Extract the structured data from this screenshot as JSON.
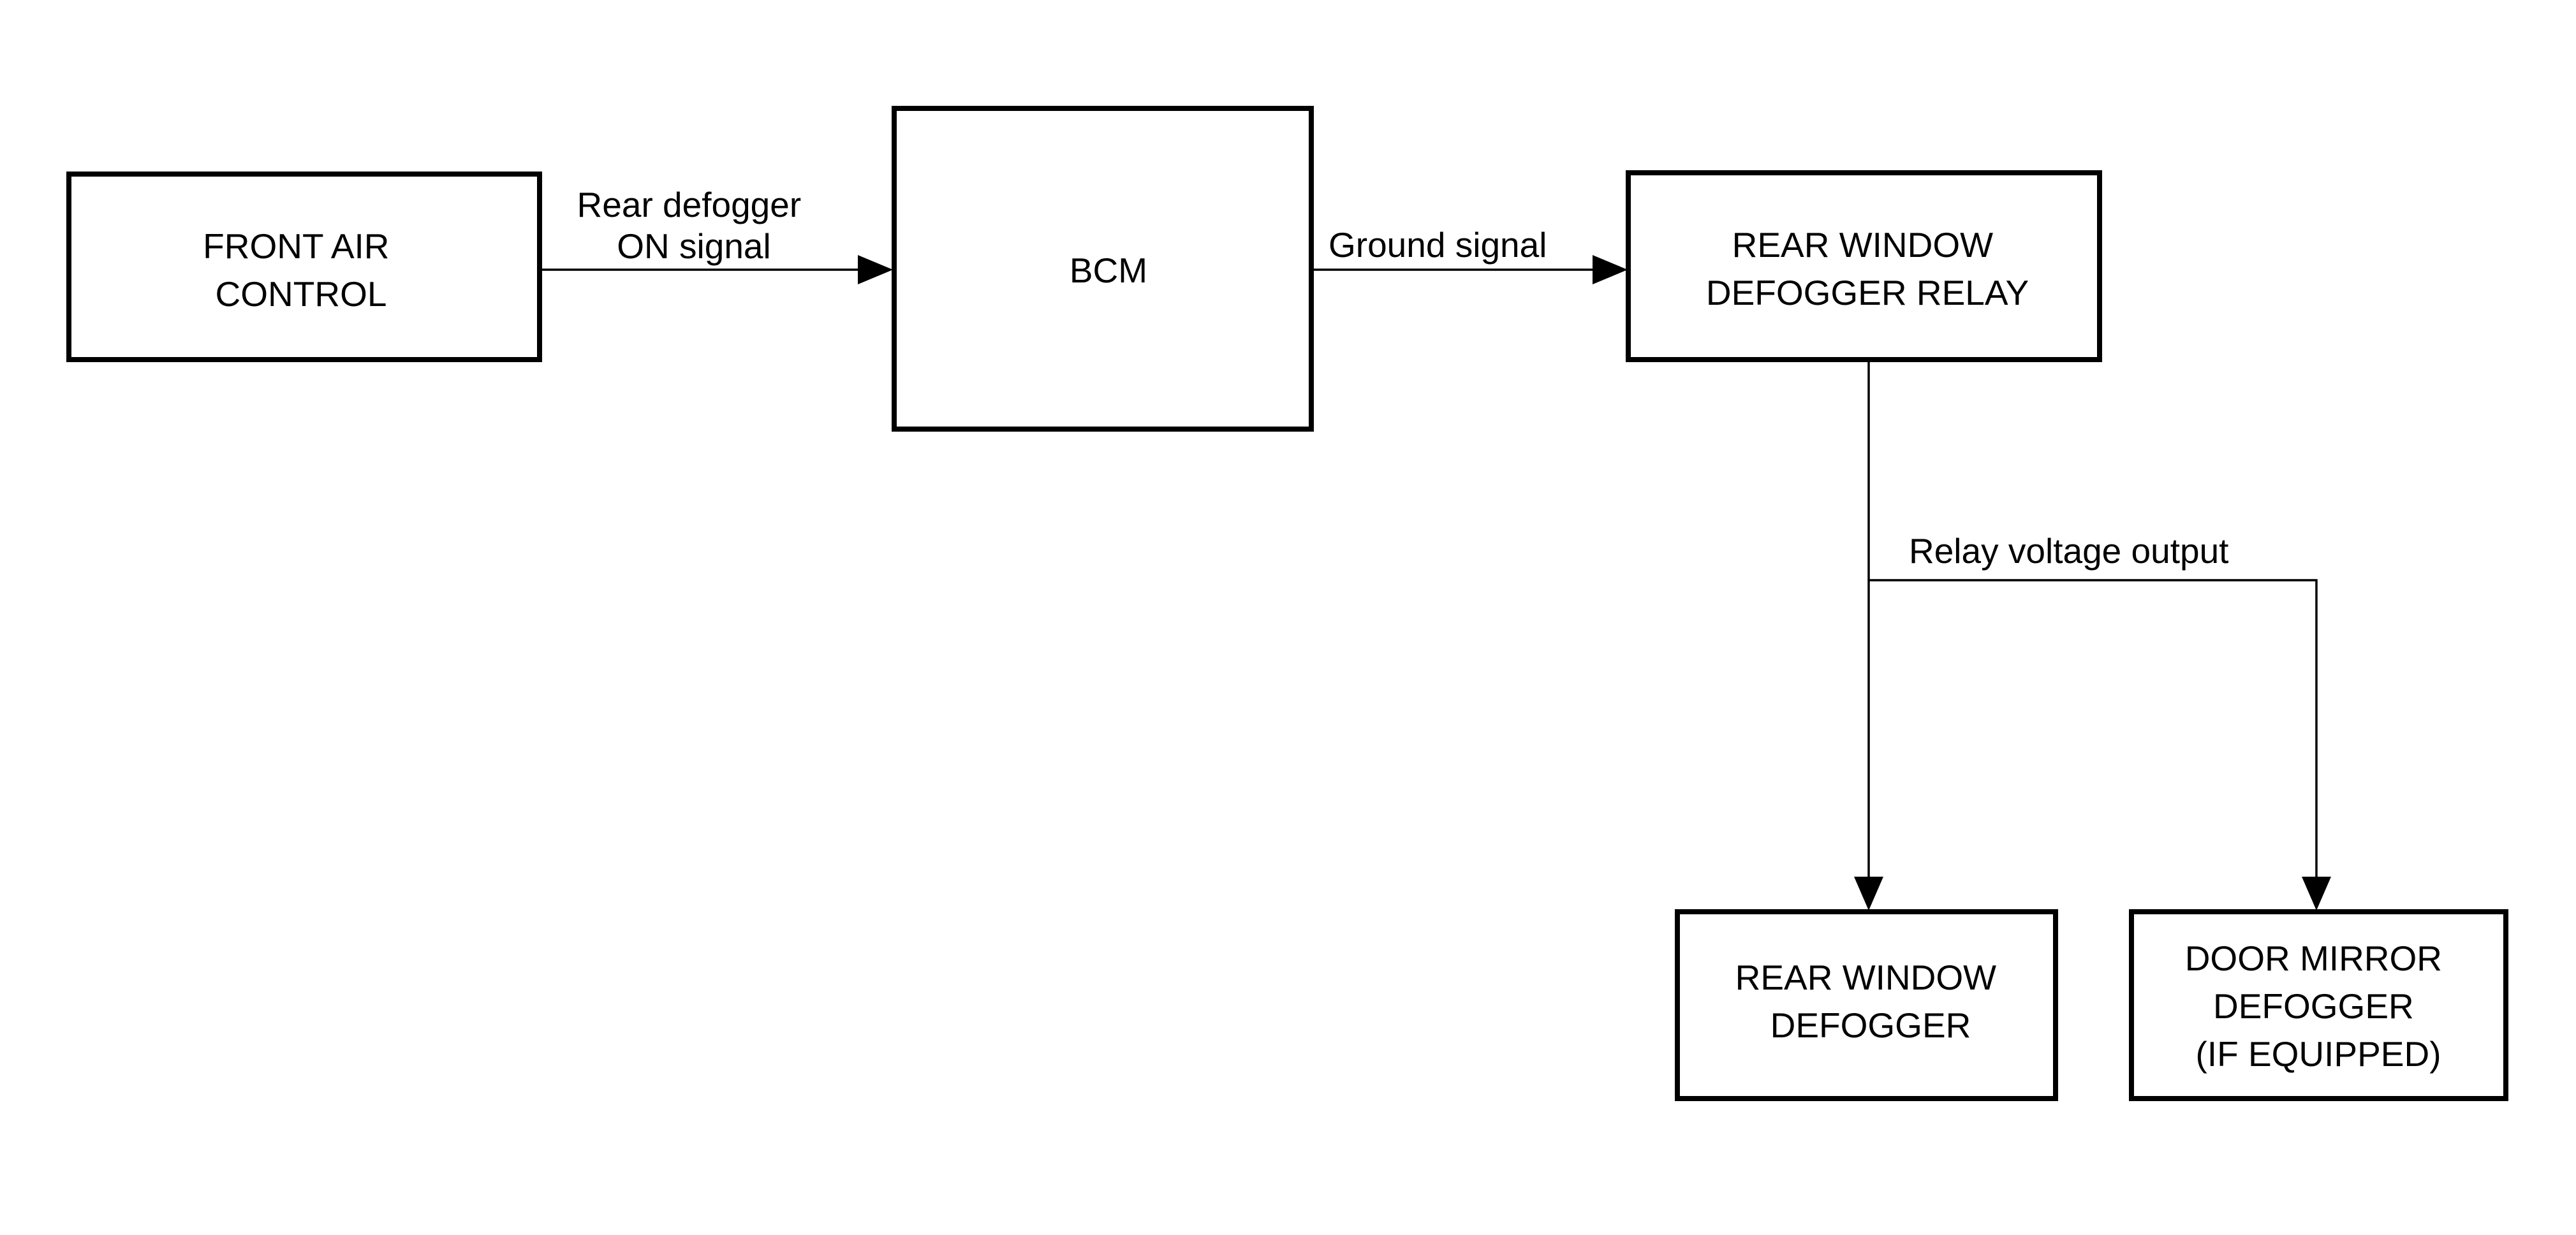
{
  "blocks": {
    "front_air_control": [
      "FRONT AIR",
      "CONTROL"
    ],
    "bcm": [
      "BCM"
    ],
    "rear_window_defogger_relay": [
      "REAR WINDOW",
      "DEFOGGER RELAY"
    ],
    "rear_window_defogger": [
      "REAR WINDOW",
      "DEFOGGER"
    ],
    "door_mirror_defogger": [
      "DOOR MIRROR",
      "DEFOGGER",
      "(IF EQUIPPED)"
    ]
  },
  "signals": {
    "rear_defogger_on": [
      "Rear defogger",
      "ON signal"
    ],
    "ground": [
      "Ground signal"
    ],
    "relay_voltage_output": [
      "Relay voltage output"
    ]
  },
  "colors": {
    "line": "#000000",
    "background": "#ffffff"
  }
}
